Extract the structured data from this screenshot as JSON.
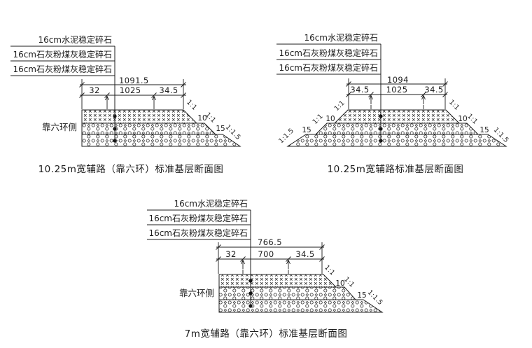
{
  "colors": {
    "line": "#1c1c1c",
    "background": "#ffffff"
  },
  "diagrams": [
    {
      "caption": "10.25m宽辅路（靠六环）标准基层断面图",
      "layer_labels": [
        "16cm水泥稳定碎石",
        "16cm石灰粉煤灰稳定碎石",
        "16cm石灰粉煤灰稳定碎石"
      ],
      "dim_total": "1091.5",
      "dim_segments": [
        "32",
        "1025",
        "34.5"
      ],
      "side_label": "靠六环侧",
      "slope_grades": [
        "1:1",
        "1:1",
        "1:1.5"
      ],
      "bench_widths": [
        "10",
        "15"
      ]
    },
    {
      "caption": "10.25m宽辅路标准基层断面图",
      "layer_labels": [
        "16cm水泥稳定碎石",
        "16cm石灰粉煤灰稳定碎石",
        "16cm石灰粉煤灰稳定碎石"
      ],
      "dim_total": "1094",
      "dim_segments": [
        "34.5",
        "1025",
        "34.5"
      ],
      "slope_grades": [
        "1:1",
        "1:1",
        "1:1.5"
      ],
      "bench_widths": [
        "10",
        "15"
      ]
    },
    {
      "caption": "7m宽辅路（靠六环）标准基层断面图",
      "layer_labels": [
        "16cm水泥稳定碎石",
        "16cm石灰粉煤灰稳定碎石",
        "16cm石灰粉煤灰稳定碎石"
      ],
      "dim_total": "766.5",
      "dim_segments": [
        "32",
        "700",
        "34.5"
      ],
      "side_label": "靠六环侧",
      "slope_grades": [
        "1:1",
        "1:1",
        "1:1.5"
      ],
      "bench_widths": [
        "10",
        "15"
      ]
    }
  ]
}
